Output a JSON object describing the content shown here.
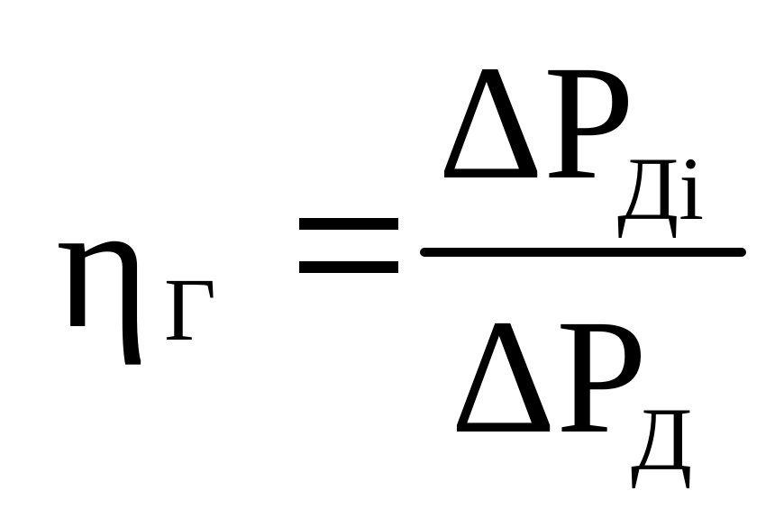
{
  "formula": {
    "lhs": {
      "symbol": "η",
      "subscript": "Г"
    },
    "operator": "=",
    "numerator": {
      "symbol": "ΔP",
      "subscript": "Дi"
    },
    "denominator": {
      "symbol": "ΔP",
      "subscript": "Д"
    }
  },
  "colors": {
    "background": "#ffffff",
    "ink": "#000000"
  }
}
